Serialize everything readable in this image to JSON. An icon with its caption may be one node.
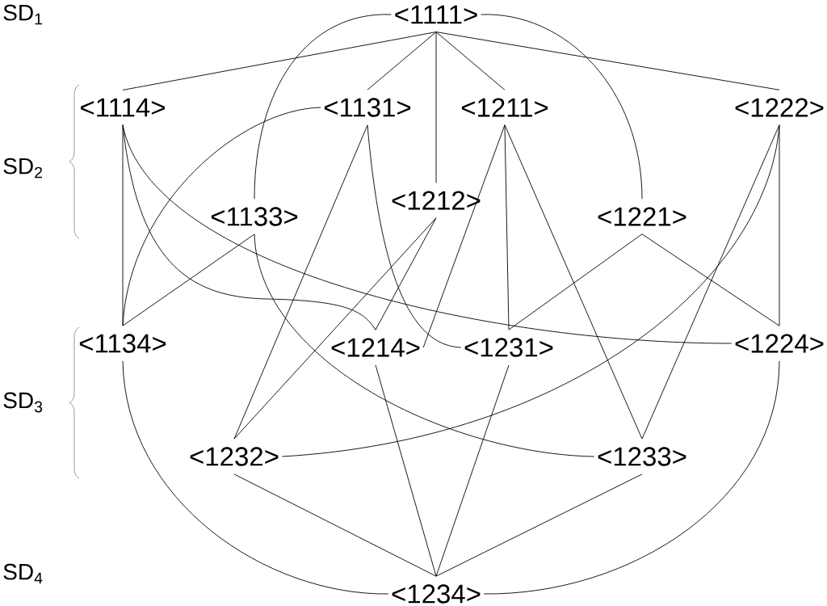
{
  "diagram": {
    "nodes": [
      {
        "text": [
          "<1111>"
        ]
      },
      {
        "text": [
          "<1114>"
        ]
      },
      {
        "text": [
          "<1131>"
        ]
      },
      {
        "text": [
          "<1211>"
        ]
      },
      {
        "text": [
          "<1222>"
        ]
      },
      {
        "text": [
          "<1212>"
        ]
      },
      {
        "text": [
          "<1133>"
        ]
      },
      {
        "text": [
          "<1221>"
        ]
      },
      {
        "text": [
          "<1134>"
        ]
      },
      {
        "text": [
          "<1214>"
        ]
      },
      {
        "text": [
          "<1231>"
        ]
      },
      {
        "text": [
          "<1224>"
        ]
      },
      {
        "text": [
          "<1232>"
        ]
      },
      {
        "text": [
          "<1233>"
        ]
      },
      {
        "text": [
          "<1234>"
        ]
      }
    ],
    "edges": [
      {
        "from": 0,
        "to": 1,
        "arrow": "none"
      },
      {
        "from": 0,
        "to": 2,
        "arrow": "none"
      },
      {
        "from": 0,
        "to": 3,
        "arrow": "none"
      },
      {
        "from": 0,
        "to": 5,
        "arrow": "none"
      },
      {
        "from": 0,
        "to": 4,
        "arrow": "none"
      },
      {
        "from": 0,
        "to": 6,
        "arrow": "none"
      },
      {
        "from": 0,
        "to": 7,
        "arrow": "none"
      },
      {
        "from": 1,
        "to": 8,
        "arrow": "none"
      },
      {
        "from": 1,
        "to": 9,
        "arrow": "none"
      },
      {
        "from": 1,
        "to": 11,
        "arrow": "none"
      },
      {
        "from": 6,
        "to": 8,
        "arrow": "none"
      },
      {
        "from": 2,
        "to": 8,
        "arrow": "none"
      },
      {
        "from": 2,
        "to": 12,
        "arrow": "none"
      },
      {
        "from": 2,
        "to": 10,
        "arrow": "none"
      },
      {
        "from": 5,
        "to": 12,
        "arrow": "none"
      },
      {
        "from": 5,
        "to": 9,
        "arrow": "none"
      },
      {
        "from": 3,
        "to": 9,
        "arrow": "none"
      },
      {
        "from": 3,
        "to": 10,
        "arrow": "none"
      },
      {
        "from": 3,
        "to": 13,
        "arrow": "none"
      },
      {
        "from": 7,
        "to": 10,
        "arrow": "none"
      },
      {
        "from": 7,
        "to": 11,
        "arrow": "none"
      },
      {
        "from": 4,
        "to": 11,
        "arrow": "none"
      },
      {
        "from": 4,
        "to": 13,
        "arrow": "none"
      },
      {
        "from": 4,
        "to": 12,
        "arrow": "none"
      },
      {
        "from": 6,
        "to": 13,
        "arrow": "none"
      },
      {
        "from": 8,
        "to": 14,
        "arrow": "none"
      },
      {
        "from": 9,
        "to": 14,
        "arrow": "none"
      },
      {
        "from": 10,
        "to": 14,
        "arrow": "none"
      },
      {
        "from": 12,
        "to": 14,
        "arrow": "none"
      },
      {
        "from": 13,
        "to": 14,
        "arrow": "none"
      },
      {
        "from": 11,
        "to": 14,
        "arrow": "none"
      }
    ],
    "labels": [
      "SD$_{1}$",
      "SD$_{2}$",
      "SD$_{3}$",
      "SD$_{4}$"
    ]
  }
}
